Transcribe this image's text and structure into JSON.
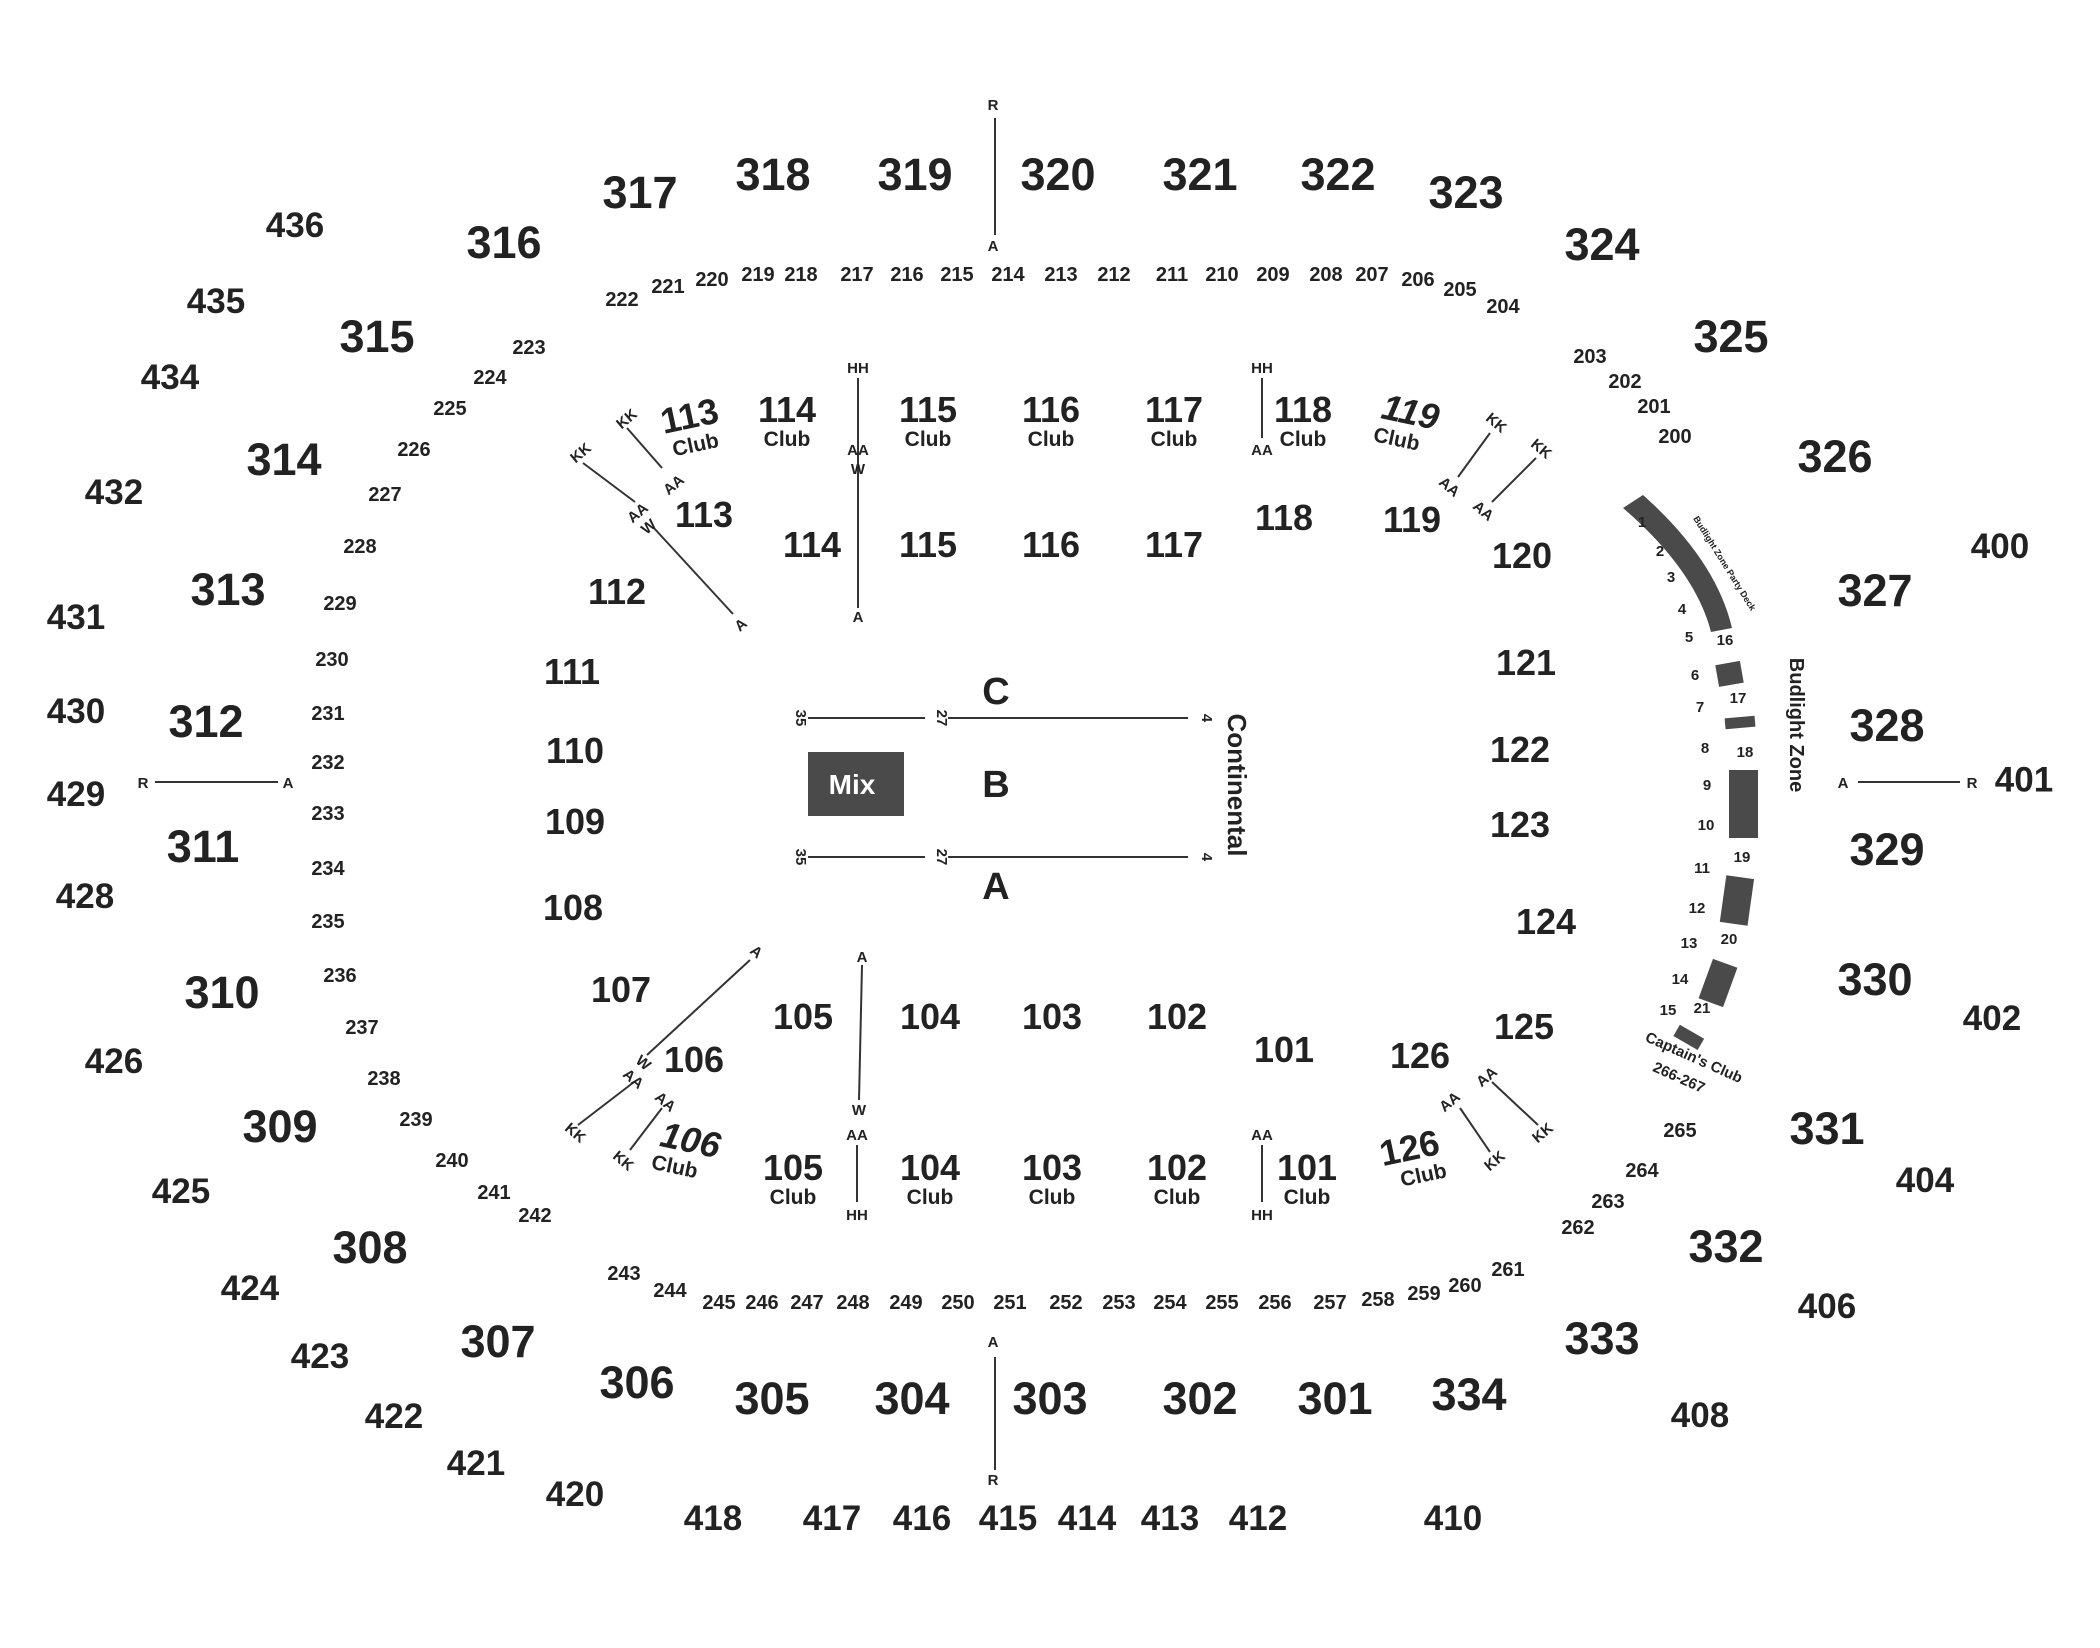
{
  "sections_400": [
    "436",
    "435",
    "434",
    "432",
    "431",
    "430",
    "429",
    "428",
    "426",
    "425",
    "424",
    "423",
    "422",
    "421",
    "420",
    "418",
    "417",
    "416",
    "415",
    "414",
    "413",
    "412",
    "410",
    "408",
    "406",
    "404",
    "402",
    "401",
    "400"
  ],
  "sections_300": [
    "317",
    "318",
    "319",
    "320",
    "321",
    "322",
    "323",
    "316",
    "324",
    "315",
    "325",
    "314",
    "326",
    "313",
    "327",
    "312",
    "328",
    "311",
    "329",
    "310",
    "330",
    "309",
    "331",
    "308",
    "332",
    "307",
    "333",
    "306",
    "305",
    "304",
    "303",
    "302",
    "301",
    "334"
  ],
  "sections_200": [
    "222",
    "221",
    "220",
    "219",
    "218",
    "217",
    "216",
    "215",
    "214",
    "213",
    "212",
    "211",
    "210",
    "209",
    "208",
    "207",
    "206",
    "205",
    "204",
    "223",
    "224",
    "225",
    "226",
    "227",
    "228",
    "229",
    "230",
    "231",
    "232",
    "233",
    "234",
    "235",
    "236",
    "237",
    "238",
    "239",
    "240",
    "241",
    "242",
    "243",
    "244",
    "245",
    "246",
    "247",
    "248",
    "249",
    "250",
    "251",
    "252",
    "253",
    "254",
    "255",
    "256",
    "257",
    "258",
    "259",
    "260",
    "261",
    "262",
    "263",
    "264",
    "265",
    "203",
    "202",
    "201",
    "200"
  ],
  "sections_100": [
    "113",
    "114",
    "115",
    "116",
    "117",
    "118",
    "119",
    "120",
    "112",
    "111",
    "110",
    "109",
    "108",
    "107",
    "106",
    "105",
    "104",
    "103",
    "102",
    "101",
    "126",
    "125",
    "124",
    "123",
    "122",
    "121"
  ],
  "club_sections": [
    "113",
    "114",
    "115",
    "116",
    "117",
    "118",
    "119",
    "106",
    "105",
    "104",
    "103",
    "102",
    "101",
    "126"
  ],
  "club_label": "Club",
  "row_markers": {
    "r": "R",
    "a": "A",
    "w": "W",
    "kk": "KK",
    "aa": "AA",
    "hh": "HH"
  },
  "floor": {
    "rows": [
      "C",
      "B",
      "A"
    ],
    "tick_35": "35",
    "tick_27": "27",
    "tick_4": "4",
    "mix_label": "Mix",
    "continental_label": "Continental"
  },
  "budlight": {
    "zone_label": "Budlight Zone",
    "party_deck_label": "Budlight Zone Party Deck",
    "outer_numbers": [
      "1",
      "2",
      "3",
      "4",
      "5",
      "6",
      "7",
      "8",
      "9",
      "10",
      "11",
      "12",
      "13",
      "14",
      "15"
    ],
    "inner_numbers": [
      "16",
      "17",
      "18",
      "19",
      "20",
      "21"
    ],
    "captains_club_label": "Captain's Club",
    "captains_club_range": "266-267"
  }
}
